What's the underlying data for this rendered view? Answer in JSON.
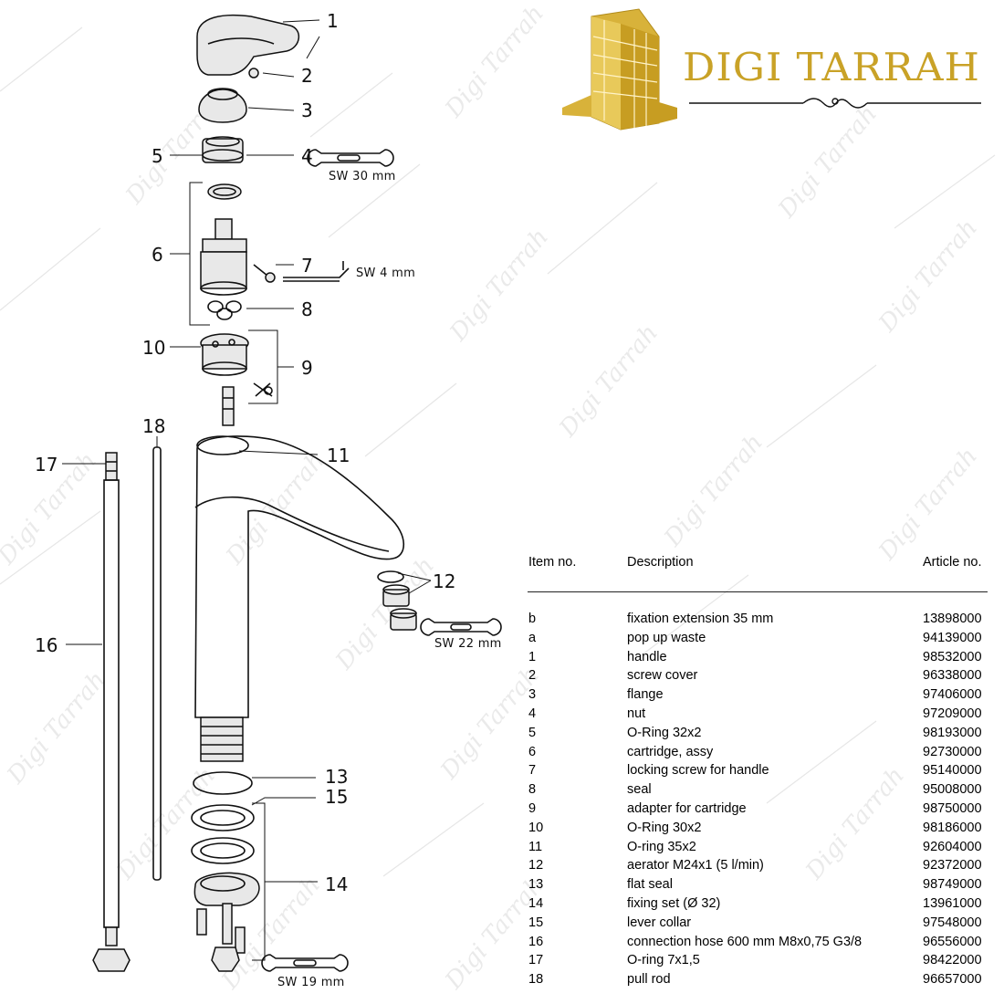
{
  "brand": {
    "name": "DIGI TARRAH",
    "watermark": "Digi Tarrah"
  },
  "callouts": [
    "1",
    "2",
    "3",
    "4",
    "5",
    "6",
    "7",
    "8",
    "9",
    "10",
    "11",
    "12",
    "13",
    "14",
    "15",
    "16",
    "17",
    "18"
  ],
  "tools": {
    "sw30": "SW 30 mm",
    "sw4": "SW 4 mm",
    "sw22": "SW 22 mm",
    "sw19": "SW 19 mm"
  },
  "table": {
    "headers": {
      "item": "Item no.",
      "description": "Description",
      "article": "Article no."
    },
    "rows": [
      {
        "item": "b",
        "description": "fixation extension 35 mm",
        "article": "13898000"
      },
      {
        "item": "a",
        "description": "pop up waste",
        "article": "94139000"
      },
      {
        "item": "1",
        "description": "handle",
        "article": "98532000"
      },
      {
        "item": "2",
        "description": "screw cover",
        "article": "96338000"
      },
      {
        "item": "3",
        "description": "flange",
        "article": "97406000"
      },
      {
        "item": "4",
        "description": "nut",
        "article": "97209000"
      },
      {
        "item": "5",
        "description": "O-Ring 32x2",
        "article": "98193000"
      },
      {
        "item": "6",
        "description": "cartridge, assy",
        "article": "92730000"
      },
      {
        "item": "7",
        "description": "locking screw for handle",
        "article": "95140000"
      },
      {
        "item": "8",
        "description": "seal",
        "article": "95008000"
      },
      {
        "item": "9",
        "description": "adapter for cartridge",
        "article": "98750000"
      },
      {
        "item": "10",
        "description": "O-Ring 30x2",
        "article": "98186000"
      },
      {
        "item": "11",
        "description": "O-ring 35x2",
        "article": "92604000"
      },
      {
        "item": "12",
        "description": "aerator M24x1 (5 l/min)",
        "article": "92372000"
      },
      {
        "item": "13",
        "description": "flat seal",
        "article": "98749000"
      },
      {
        "item": "14",
        "description": "fixing set (Ø 32)",
        "article": "13961000"
      },
      {
        "item": "15",
        "description": "lever collar",
        "article": "97548000"
      },
      {
        "item": "16",
        "description": "connection hose 600 mm M8x0,75 G3/8",
        "article": "96556000"
      },
      {
        "item": "17",
        "description": "O-ring 7x1,5",
        "article": "98422000"
      },
      {
        "item": "18",
        "description": "pull rod",
        "article": "96657000"
      }
    ]
  },
  "colors": {
    "gold": "#c9a227",
    "line": "#111111",
    "watermark": "#d9d9d9"
  }
}
